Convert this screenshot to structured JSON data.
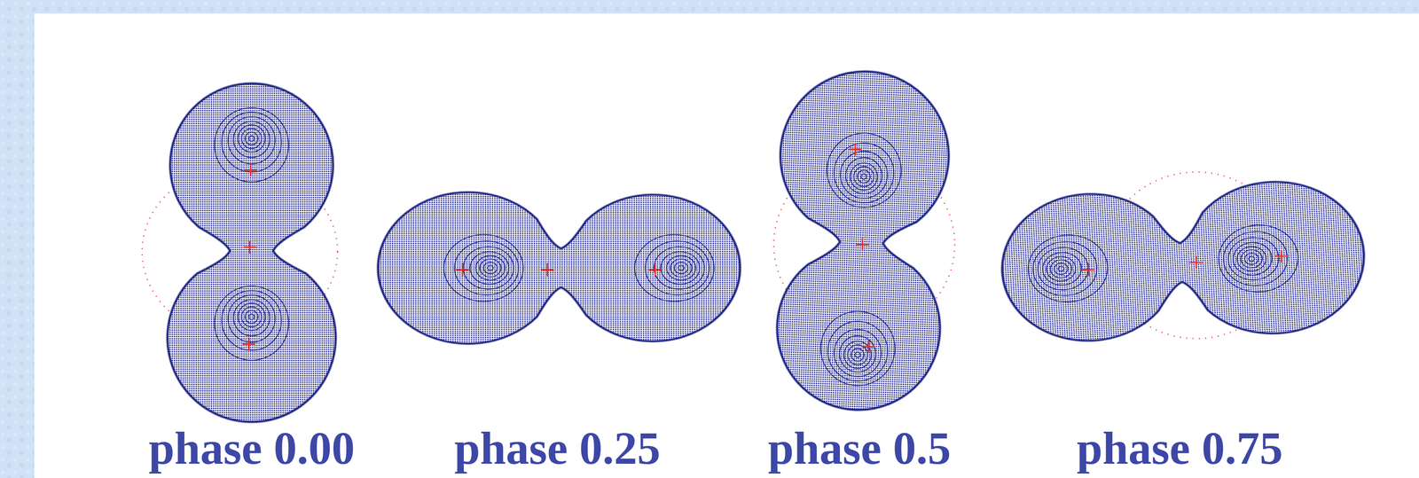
{
  "diagram": {
    "labels": [
      "phase 0.00",
      "phase 0.25",
      "phase 0.5",
      "phase 0.75"
    ]
  }
}
